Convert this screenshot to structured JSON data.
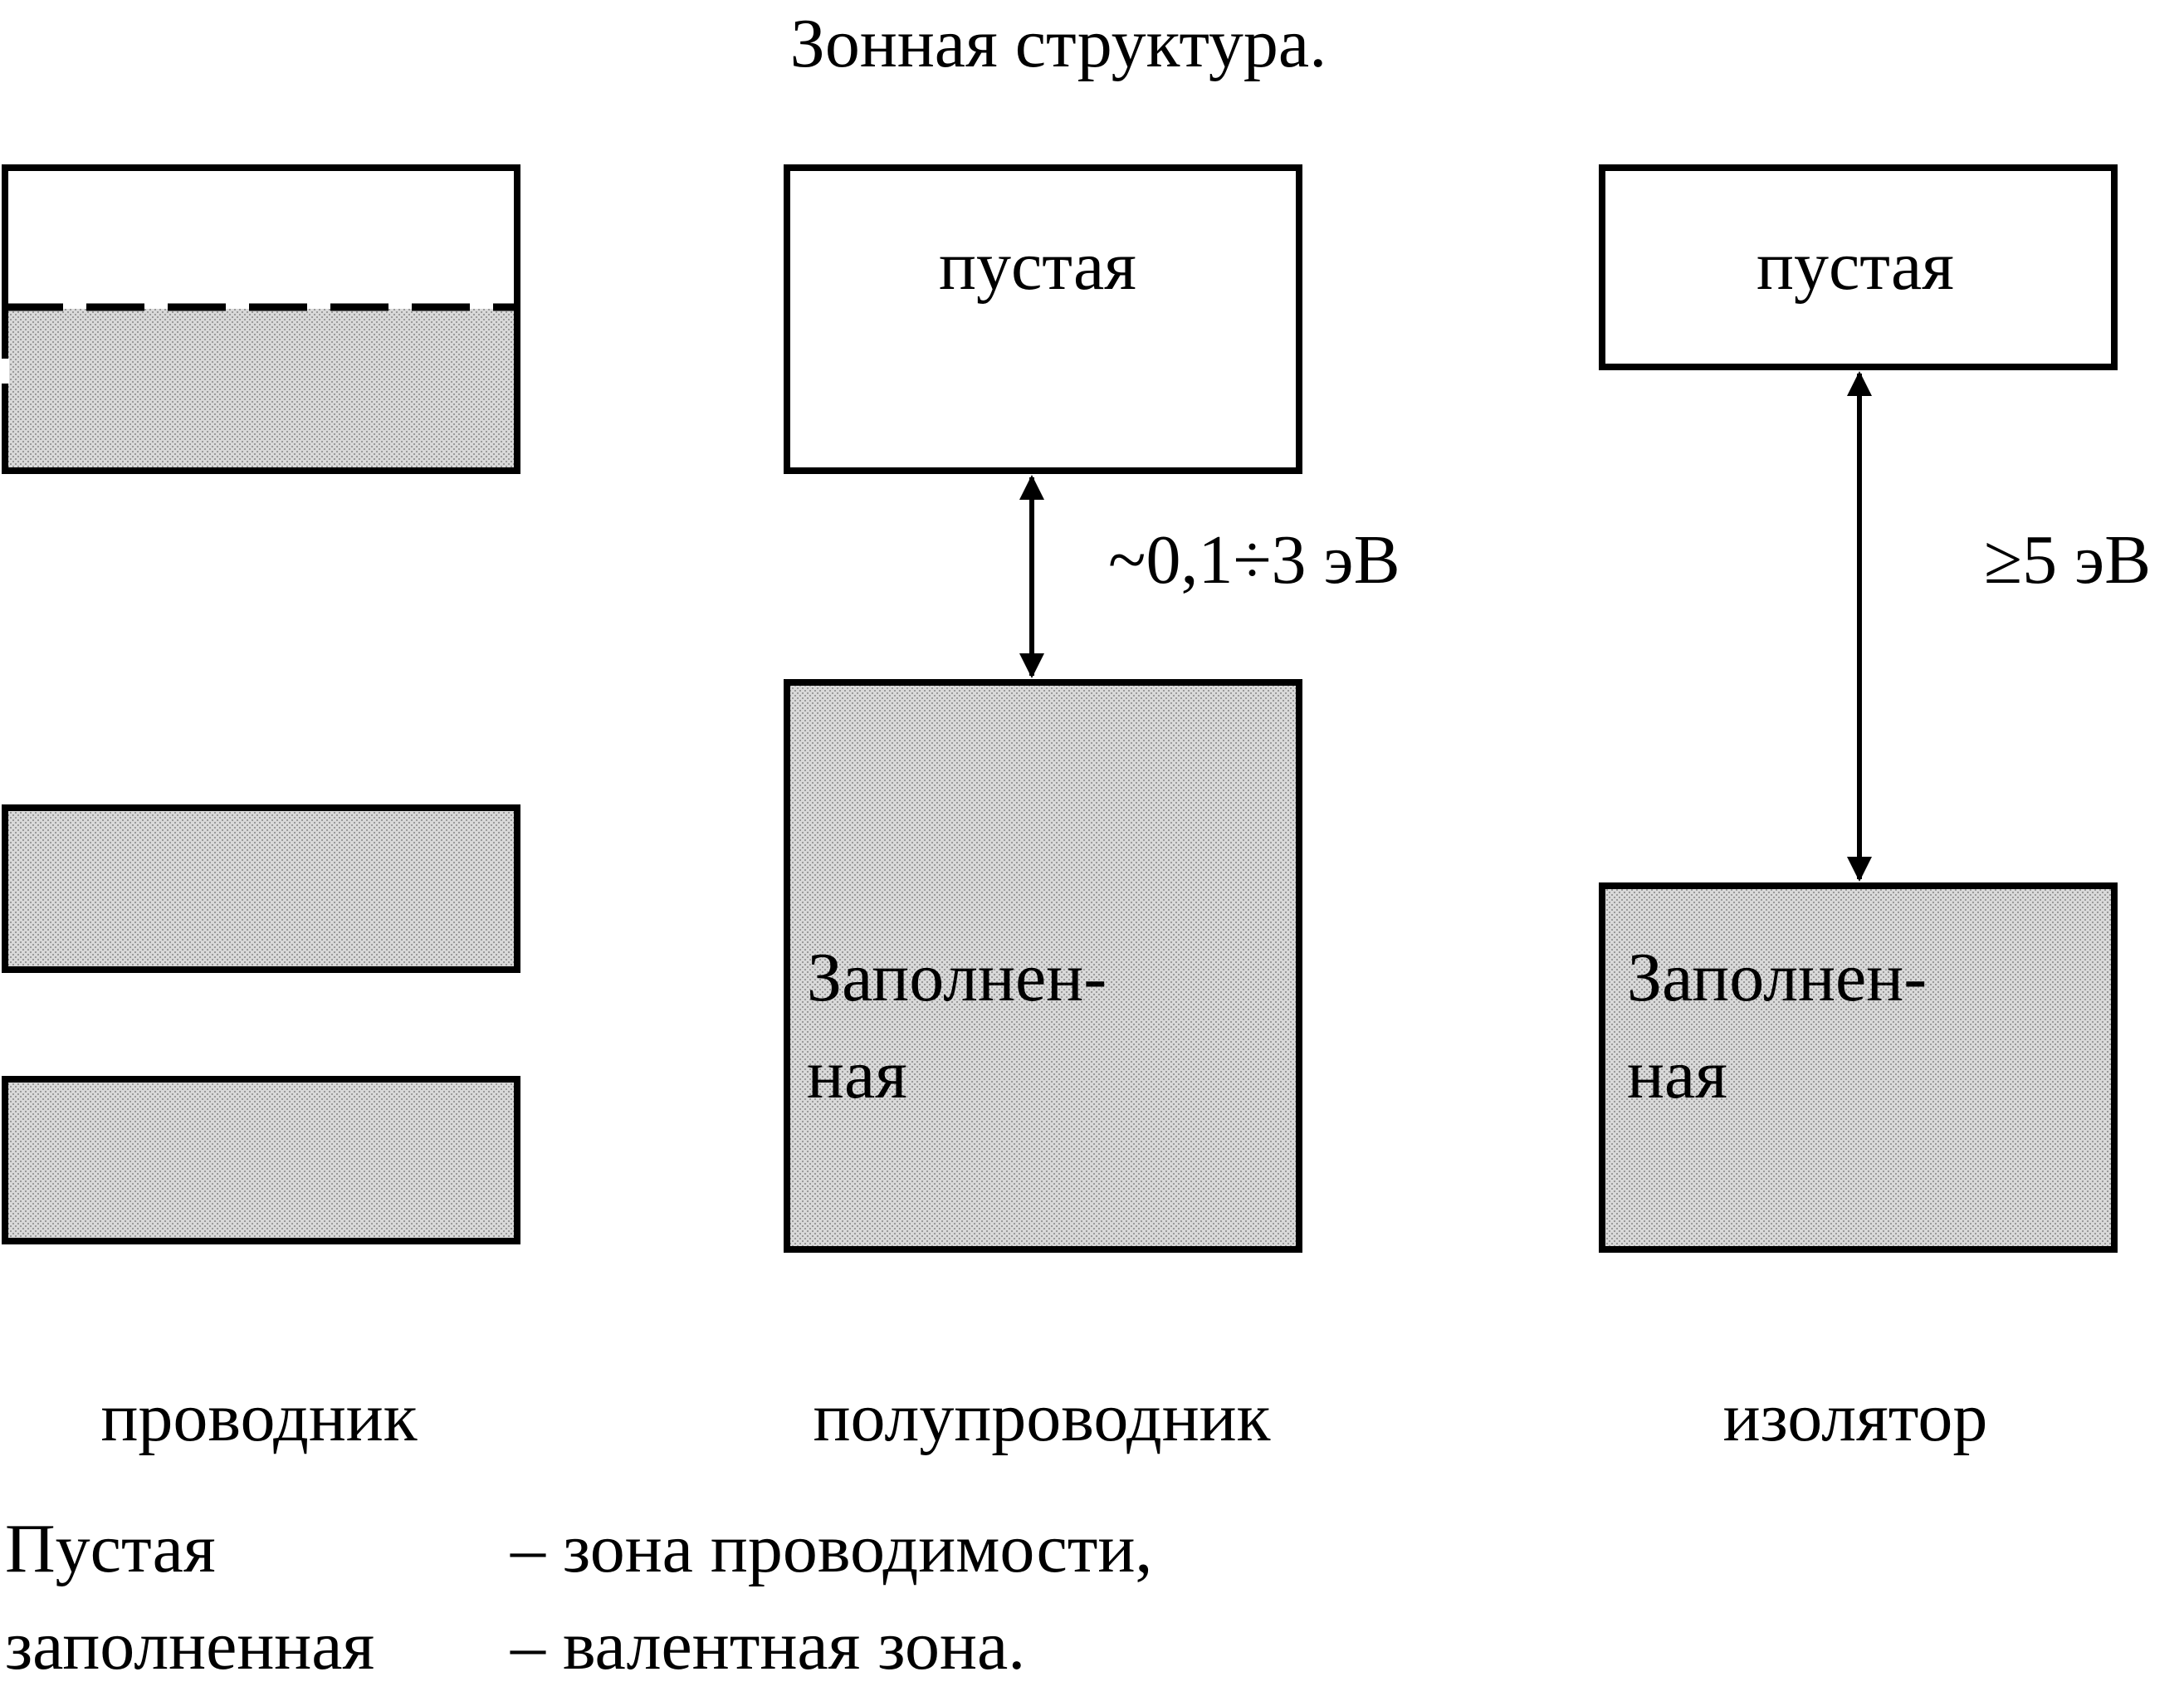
{
  "title": "Зонная структура.",
  "colors": {
    "stroke": "#000000",
    "filled_band": "#d4d4d4",
    "empty_band": "#ffffff"
  },
  "columns": {
    "conductor": {
      "label": "проводник"
    },
    "semiconductor": {
      "label": "полупроводник",
      "empty_band_label": "пустая",
      "filled_band_label_line1": "Заполнен-",
      "filled_band_label_line2": "ная",
      "gap_label": "~0,1÷3 эВ"
    },
    "insulator": {
      "label": "изолятор",
      "empty_band_label": "пустая",
      "filled_band_label_line1": "Заполнен-",
      "filled_band_label_line2": "ная",
      "gap_label": "≥5 эВ"
    }
  },
  "legend": [
    {
      "term": "Пустая",
      "definition": "– зона проводимости,"
    },
    {
      "term": "заполненная",
      "definition": "– валентная зона."
    }
  ]
}
